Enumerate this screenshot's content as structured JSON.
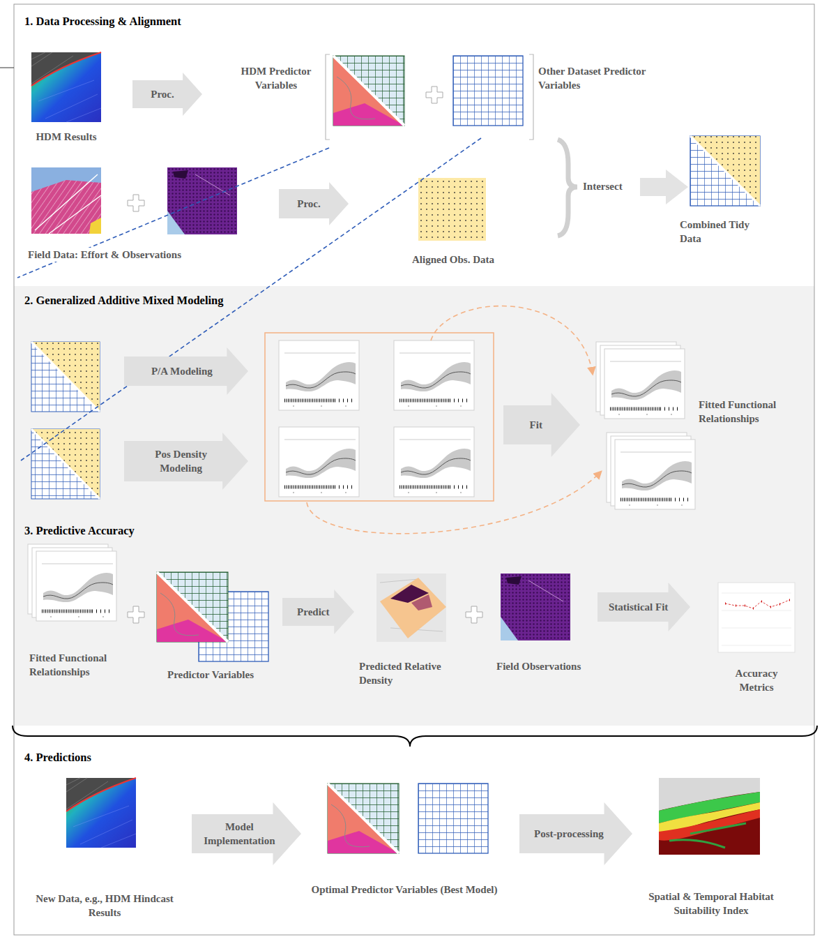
{
  "diagram": {
    "nodes": [
      {
        "text": [
          "1. Data Processing & Alignment"
        ]
      },
      {
        "text": [
          "HDM Results"
        ],
        "in": 0
      },
      {
        "text": [
          "HDM Predictor Variables"
        ],
        "in": 0
      },
      {
        "text": [
          "Other Dataset Predictor Variables"
        ],
        "in": 0
      },
      {
        "text": [
          "Field Data: Effort & Observations"
        ],
        "in": 0
      },
      {
        "text": [
          "Aligned Obs. Data"
        ],
        "in": 0
      },
      {
        "text": [
          "Combined Tidy Data"
        ],
        "in": 0
      },
      {
        "text": [
          "2. Generalized Additive Mixed Modeling"
        ]
      },
      {
        "text": [
          "P/A Modeling"
        ],
        "in": 7
      },
      {
        "text": [
          "Pos Density Modeling"
        ],
        "in": 7
      },
      {
        "text": [
          "Fit"
        ],
        "in": 7
      },
      {
        "text": [
          "Fitted Functional Relationships"
        ],
        "in": 7
      },
      {
        "text": [
          "3. Predictive Accuracy"
        ]
      },
      {
        "text": [
          "Fitted Functional Relationships"
        ],
        "in": 12
      },
      {
        "text": [
          "Predictor Variables"
        ],
        "in": 12
      },
      {
        "text": [
          "Predicted Relative Density"
        ],
        "in": 12
      },
      {
        "text": [
          "Field Observations"
        ],
        "in": 12
      },
      {
        "text": [
          "Accuracy Metrics"
        ],
        "in": 12
      },
      {
        "text": [
          "4. Predictions"
        ]
      },
      {
        "text": [
          "New Data, e.g., HDM Hindcast Results"
        ],
        "in": 18
      },
      {
        "text": [
          "Optimal Predictor Variables (Best Model)"
        ],
        "in": 18
      },
      {
        "text": [
          "Spatial & Temporal Habitat Suitability Index"
        ],
        "in": 18
      }
    ],
    "edges": [
      {
        "from": 1,
        "to": 2,
        "label": "Proc.",
        "arrow": "to"
      },
      {
        "from": 4,
        "to": 5,
        "label": "Proc.",
        "arrow": "to"
      },
      {
        "from": 14,
        "to": 15,
        "label": "Predict",
        "arrow": "to"
      },
      {
        "from": 16,
        "to": 17,
        "label": "Statistical Fit",
        "arrow": "to"
      },
      {
        "from": 19,
        "to": 20,
        "label": "Model Implementation",
        "arrow": "to"
      },
      {
        "from": 20,
        "to": 21,
        "label": "Post-processing",
        "arrow": "to"
      }
    ],
    "labels": [
      "Intersect"
    ]
  }
}
